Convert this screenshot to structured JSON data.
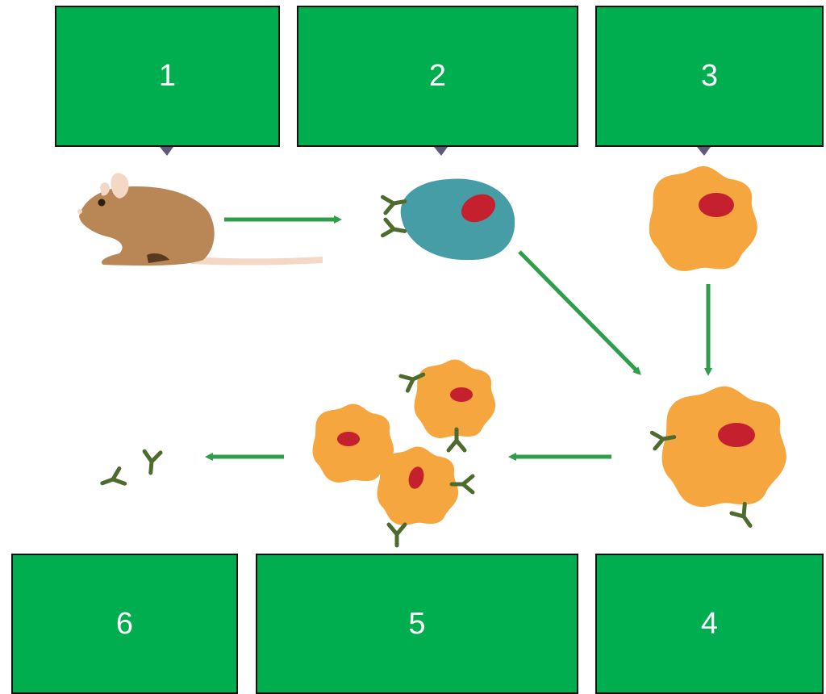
{
  "colors": {
    "box_fill": "#00AE4F",
    "box_border": "#111111",
    "box_text": "#FFFFFF",
    "arrow": "#2E9E4A",
    "antibody": "#4E6B2E",
    "b_cell": "#479DA6",
    "myeloma_cell": "#F5A63F",
    "nucleus": "#C5202E",
    "mouse_body": "#B98656",
    "mouse_tail": "#F4D8C6",
    "pointer": "#5C5A78"
  },
  "boxes": [
    {
      "label": "1"
    },
    {
      "label": "2"
    },
    {
      "label": "3"
    },
    {
      "label": "4"
    },
    {
      "label": "5"
    },
    {
      "label": "6"
    }
  ],
  "icons": {
    "mouse": "mouse-icon",
    "b_cell": "b-cell-icon",
    "myeloma_cell": "myeloma-cell-icon",
    "hybridoma_cell": "hybridoma-cell-icon",
    "hybridoma_clones": "hybridoma-clone-icon",
    "antibodies": "antibody-icon"
  }
}
